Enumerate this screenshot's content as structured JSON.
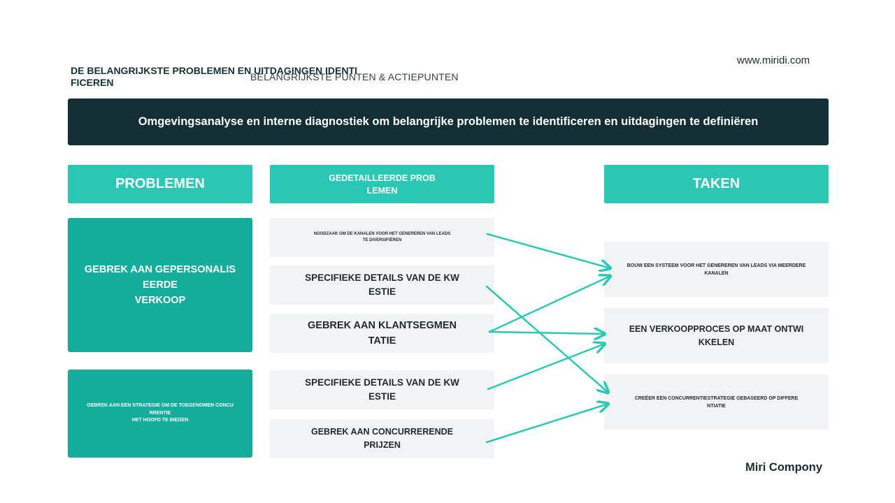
{
  "header": {
    "title": "DE BELANGRIJKSTE PROBLEMEN EN UITDAGINGEN IDENTIFICEREN",
    "subtitle": "BELANGRIJKSTE PUNTEN & ACTIEPUNTEN",
    "website": "www.miridi.com"
  },
  "banner": {
    "text": "Omgevingsanalyse en interne diagnostiek om belangrijke problemen te identificeren en uitdagingen te definiëren"
  },
  "columns": {
    "problems": "PROBLEMEN",
    "detailed": "GEDETAILLEERDE PROBLEMEN",
    "tasks": "TAKEN"
  },
  "problems": [
    {
      "lines": [
        "GEBREK AAN GEPERSONALISEERDE",
        "VERKOOP"
      ]
    },
    {
      "lines": [
        "GEBREK AAN EEN STRATEGIE OM DE TOEGENOMEN CONCURRENTIE",
        "HET HOOFD TE BIEDEN"
      ]
    }
  ],
  "detailed_problems": [
    "NOODZAAK OM DE KANALEN VOOR HET GENEREREN VAN LEADS TE DIVERSIFIËREN",
    "SPECIFIEKE DETAILS VAN DE KWESTIE",
    "GEBREK AAN KLANTSEGMENTATIE",
    "SPECIFIEKE DETAILS VAN DE KWESTIE",
    "GEBREK AAN CONCURRERENDE PRIJZEN"
  ],
  "tasks": [
    "BOUW EEN SYSTEEM VOOR HET GENEREREN VAN LEADS VIA MEERDERE KANALEN",
    "EEN VERKOOPPROCES OP MAAT ONTWIKKELEN",
    "CREËER EEN CONCURRENTIESTRATEGIE GEBASEERD OP DIFFERENTIATIE"
  ],
  "links": [
    {
      "from": 0,
      "to": 0
    },
    {
      "from": 1,
      "to": 2
    },
    {
      "from": 2,
      "to": 0
    },
    {
      "from": 2,
      "to": 1
    },
    {
      "from": 3,
      "to": 1
    },
    {
      "from": 4,
      "to": 2
    }
  ],
  "colors": {
    "banner": "#142e35",
    "header_teal": "#2ac7b5",
    "problem_teal": "#14ac9a",
    "card_grey": "#f2f3f4",
    "arrow": "#2cc8b3"
  },
  "footer": {
    "company": "Miri Compony"
  }
}
